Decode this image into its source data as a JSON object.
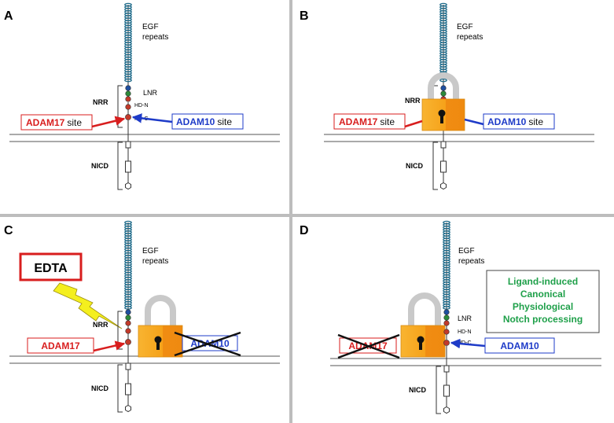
{
  "colors": {
    "adam17": "#d81e1e",
    "adam10": "#1e3bc8",
    "green_text": "#1fa04a",
    "divider": "#bdbdbd",
    "coil": "#1f6b8a",
    "lock_body": "#f6a21a",
    "lock_shackle": "#c9c9c9",
    "lnr_dots": [
      "#1f4fa0",
      "#2c8a3a",
      "#c23a2a"
    ]
  },
  "icons": [
    "lock-icon",
    "lightning-icon",
    "cross-out-icon"
  ],
  "panels": {
    "A": {
      "letter": "A",
      "egf": [
        "EGF",
        "repeats"
      ],
      "lnr": "LNR",
      "hdn": "HD-N",
      "hdc": "HD-C",
      "nrr": "NRR",
      "nicd": "NICD",
      "adam17_bold": "ADAM17",
      "adam17_suffix": "site",
      "adam10_bold": "ADAM10",
      "adam10_suffix": "site"
    },
    "B": {
      "letter": "B",
      "egf": [
        "EGF",
        "repeats"
      ],
      "nrr": "NRR",
      "nicd": "NICD",
      "adam17_bold": "ADAM17",
      "adam17_suffix": "site",
      "adam10_bold": "ADAM10",
      "adam10_suffix": "site"
    },
    "C": {
      "letter": "C",
      "egf": [
        "EGF",
        "repeats"
      ],
      "edta": "EDTA",
      "nrr": "NRR",
      "nicd": "NICD",
      "adam17": "ADAM17",
      "adam10": "ADAM10"
    },
    "D": {
      "letter": "D",
      "egf": [
        "EGF",
        "repeats"
      ],
      "lnr": "LNR",
      "hdn": "HD-N",
      "hdc": "HD-C",
      "nicd": "NICD",
      "adam17": "ADAM17",
      "adam10": "ADAM10",
      "green_box": [
        "Ligand-induced",
        "Canonical",
        "Physiological",
        "Notch processing"
      ]
    }
  }
}
